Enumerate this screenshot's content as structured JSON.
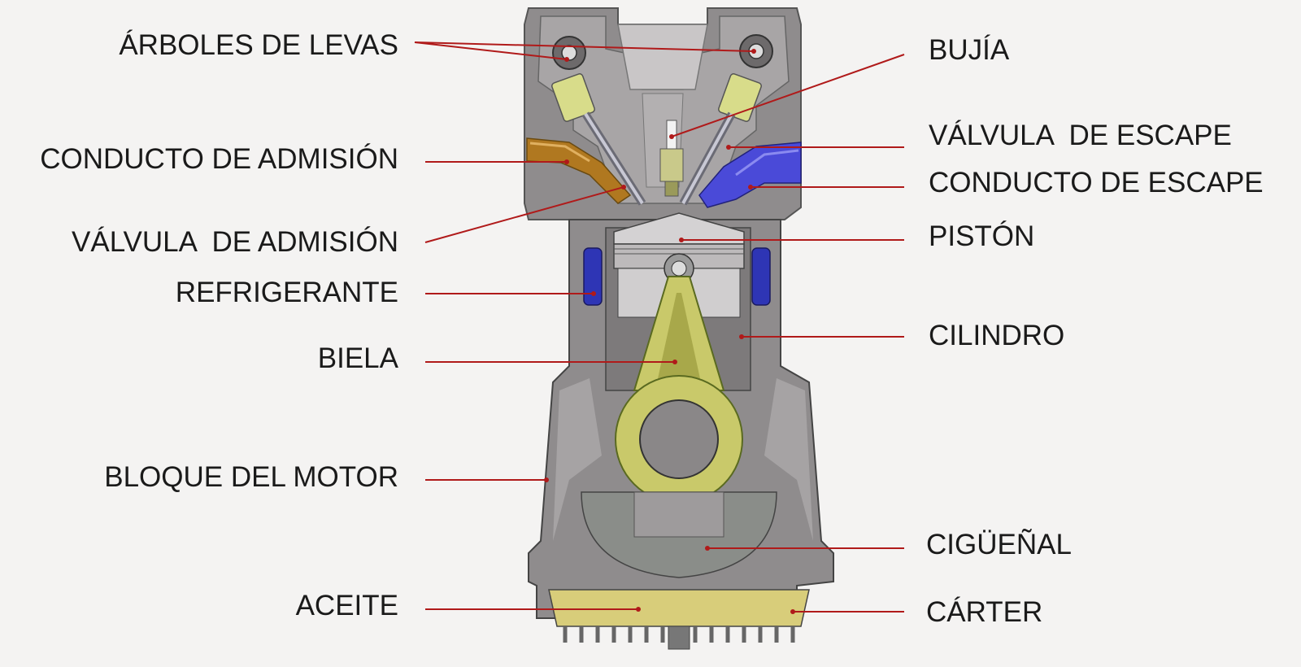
{
  "labels": {
    "arboles_de_levas": "ÁRBOLES DE LEVAS",
    "conducto_de_admision": "CONDUCTO DE ADMISIÓN",
    "valvula_de_admision": "VÁLVULA  DE ADMISIÓN",
    "refrigerante": "REFRIGERANTE",
    "biela": "BIELA",
    "bloque_del_motor": "BLOQUE DEL MOTOR",
    "aceite": "ACEITE",
    "bujia": "BUJÍA",
    "valvula_de_escape": "VÁLVULA  DE ESCAPE",
    "conducto_de_escape": "CONDUCTO DE ESCAPE",
    "piston": "PISTÓN",
    "cilindro": "CILINDRO",
    "ciguenal": "CIGÜEÑAL",
    "carter": "CÁRTER"
  },
  "colors": {
    "background": "#f4f3f2",
    "leader_line": "#b01a1a",
    "engine_gray": "#8f8c8d",
    "engine_light": "#bdbabb",
    "coolant_blue": "#2e35b5",
    "intake_brown": "#b07820",
    "exhaust_blue": "#4a4ad8",
    "connecting_rod": "#c9c96a",
    "oil_yellow": "#d8cd7a"
  }
}
